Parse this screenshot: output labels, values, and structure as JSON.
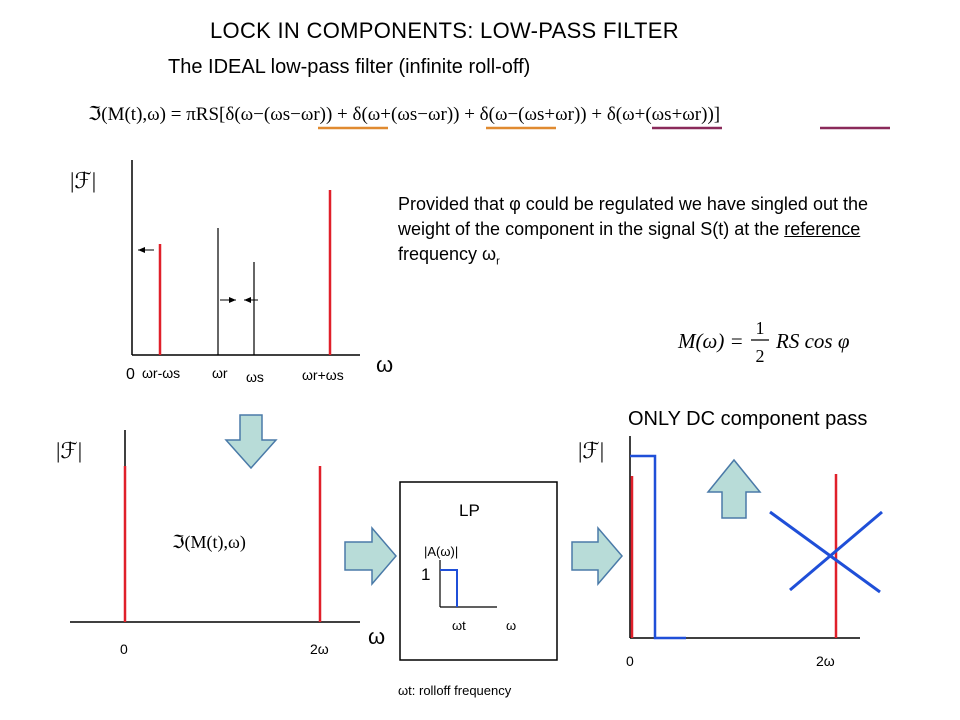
{
  "title": "LOCK IN COMPONENTS:   LOW-PASS FILTER",
  "subtitle": "The IDEAL low-pass filter (infinite roll-off)",
  "equations": {
    "top": "ℑ(M(t),ω) = πRS[δ(ω−(ωs−ωr)) + δ(ω+(ωs−ωr)) + δ(ω−(ωs+ωr)) + δ(ω+(ωs+ωr))]",
    "top_parts": [
      "ℑ(M(t),ω) = πRS[δ(ω−(",
      "ωs−ωr",
      ")) + δ(ω+(",
      "ωs−ωr",
      ")) + δ(ω−(",
      "ωs+ωr",
      ")) + δ(ω+(",
      "ωs+ωr",
      "))]"
    ],
    "result": "M(ω) = ½ RS cos φ",
    "result_lhs": "M(ω) =",
    "result_num": "1",
    "result_den": "2",
    "result_rhs": "RS cos φ",
    "transform_label": "ℑ(M(t),ω)"
  },
  "explanation": {
    "text_before": "Provided that φ could be regulated we have singled out the weight of the component in the signal S(t) at the ",
    "reference_word": "reference ",
    "text_after": "frequency ω",
    "subscript": "r"
  },
  "top_plot": {
    "ylabel": "|ℱ|",
    "xlabel": "ω",
    "ticks": {
      "zero": "0",
      "diff": "ωr-ωs",
      "wr": "ωr",
      "ws": "ωs",
      "sum": "ωr+ωs"
    }
  },
  "bottom_left_plot": {
    "ylabel": "|ℱ|",
    "xlabel": "ω",
    "tick_zero": "0",
    "tick_2w": "2ω"
  },
  "lp_box": {
    "title": "LP",
    "ylabel": "|A(ω)|",
    "level": "1",
    "cutoff": "ωt",
    "xlabel": "ω"
  },
  "bottom_right_plot": {
    "ylabel": "|ℱ|",
    "tick_zero": "0",
    "tick_2w": "2ω"
  },
  "only_dc": "ONLY DC component pass",
  "rolloff_note": "ωt: rolloff frequency",
  "colors": {
    "red": "#e0202a",
    "blue": "#1f4fd8",
    "arrow_fill": "#b8dcd8",
    "arrow_stroke": "#4a7aa8",
    "orange": "#e08a30",
    "purple": "#8a2a5a"
  }
}
